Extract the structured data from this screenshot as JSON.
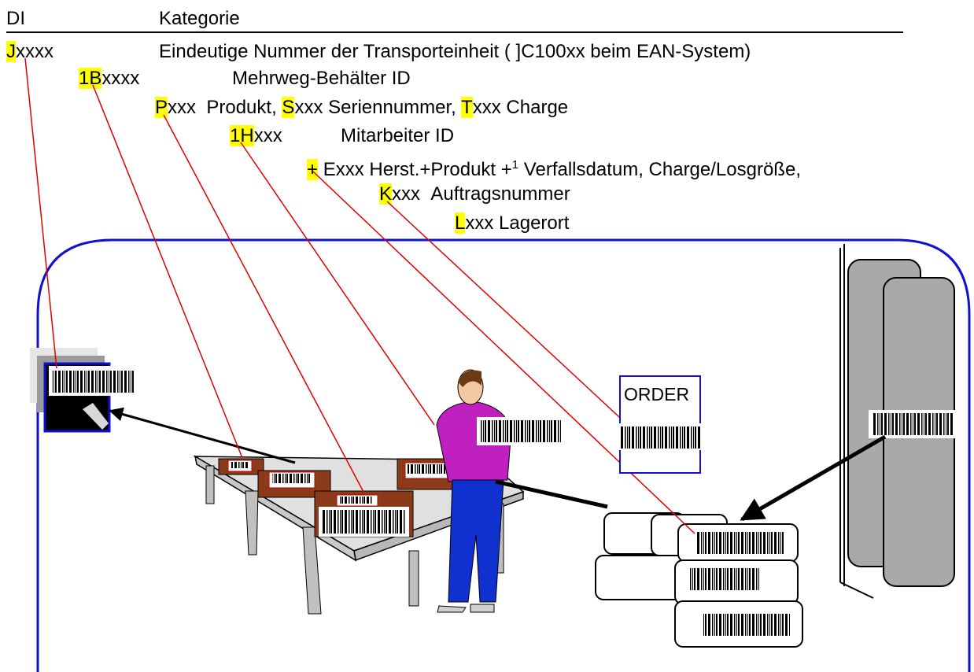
{
  "header": {
    "di": "DI",
    "kategorie": "Kategorie"
  },
  "rows": {
    "j": {
      "code": "J",
      "rest": "xxxx",
      "desc": "Eindeutige Nummer der Transporteinheit ( ]C100xx beim EAN-System)"
    },
    "b": {
      "code": "1B",
      "rest": "xxxx",
      "desc": "Mehrweg-Behälter ID"
    },
    "p": {
      "code": "P",
      "rest": "xxx",
      "desc1": "Produkt,",
      "s": "S",
      "s_rest": "xxx Seriennummer,",
      "t": "T",
      "t_rest": "xxx Charge"
    },
    "h": {
      "code": "1H",
      "rest": "xxx",
      "desc": "Mitarbeiter ID"
    },
    "plus": {
      "code": "+",
      "desc": "Exxx Herst.+Produkt +",
      "sup": "1",
      "desc2": "Verfallsdatum, Charge/Losgröße,"
    },
    "k": {
      "code": "K",
      "rest": "xxx",
      "desc": "Auftragsnummer"
    },
    "l": {
      "code": "L",
      "rest": "xxx Lagerort"
    }
  },
  "order_label": "ORDER",
  "colors": {
    "highlight": "#ffff00",
    "frame": "#1010d0",
    "leader": "#e00000",
    "box": "#8b3a1a",
    "shirt": "#c020c0",
    "pants": "#1030d0",
    "rack": "#a9a9a9"
  }
}
